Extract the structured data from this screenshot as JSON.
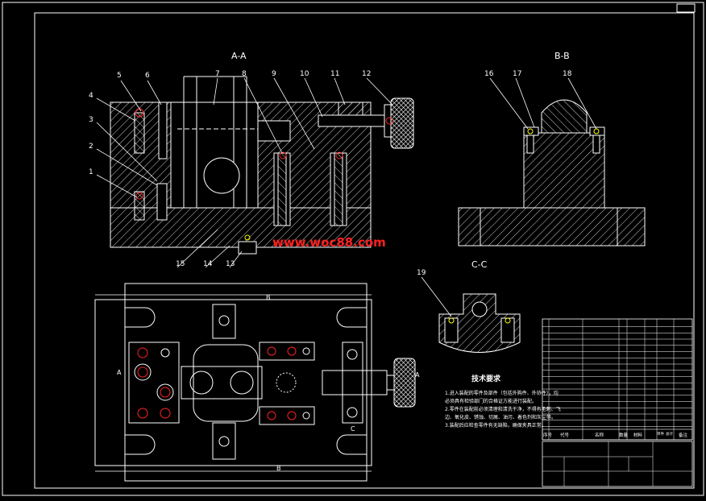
{
  "drawing": {
    "view_labels": {
      "aa": "A-A",
      "bb": "B-B",
      "cc": "C-C"
    },
    "part_numbers_aa": [
      "1",
      "2",
      "3",
      "4",
      "5",
      "6",
      "7",
      "8",
      "9",
      "10",
      "11",
      "12",
      "13",
      "14",
      "15"
    ],
    "part_numbers_bb": [
      "16",
      "17",
      "18"
    ],
    "part_number_cc": "19",
    "watermark": "www.woc88.com",
    "tech_req_title": "技术要求",
    "tech_req_lines": [
      "1.进入装配的零件及部件（包括外购件、外协件），均",
      "必须具有检验部门的合格证方能进行装配。",
      "2.零件在装配前必须清理和清洗干净，不得有毛刺、飞",
      "边、氧化皮、锈蚀、切屑、油污、着色剂和灰尘等。",
      "3.装配后应检查零件有无缺陷，确保夹具正常。"
    ],
    "dim_labels": {
      "top": "B",
      "bottom": "B",
      "left": "A",
      "right": "A",
      "c_mark": "C"
    },
    "title_block": {
      "header": [
        "序号",
        "代号",
        "名称",
        "数量",
        "材料",
        "单件",
        "总计",
        "备注"
      ]
    }
  },
  "colors": {
    "background": "#000000",
    "lines": "#ffffff",
    "hatch": "#ffffff",
    "red": "#ff2020",
    "yellow": "#ffff00",
    "cyan": "#00ffff",
    "watermark": "#ff2020"
  }
}
